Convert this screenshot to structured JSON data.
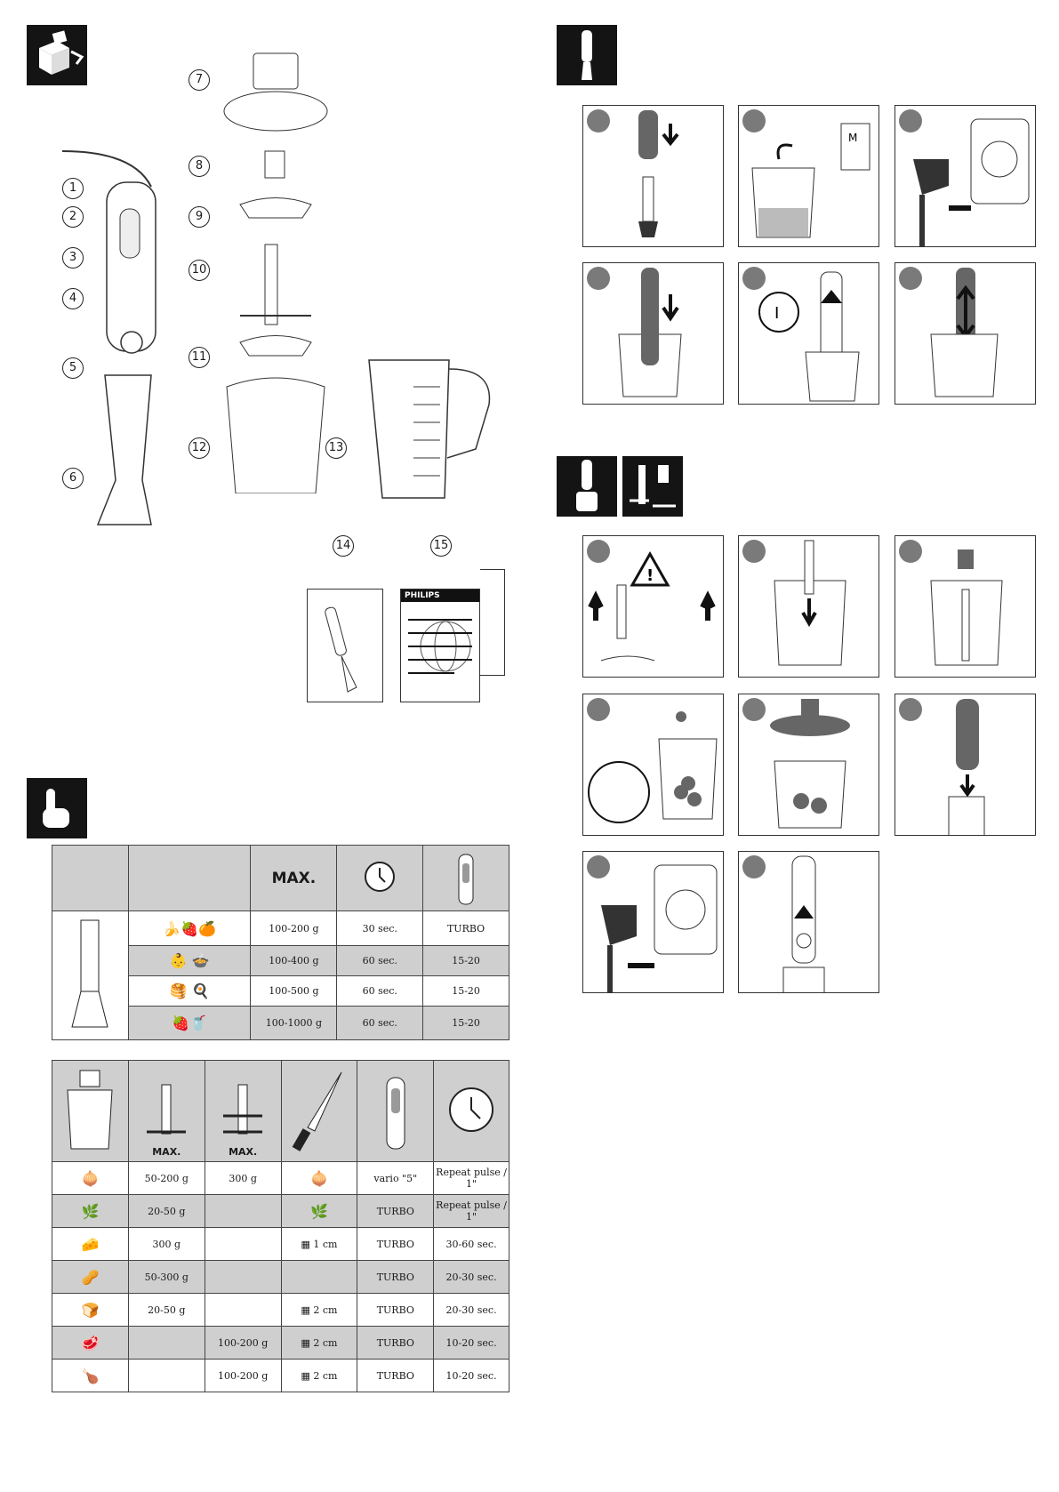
{
  "parts": {
    "numbers": [
      "1",
      "2",
      "3",
      "4",
      "5",
      "6",
      "7",
      "8",
      "9",
      "10",
      "11",
      "12",
      "13",
      "14",
      "15"
    ]
  },
  "booklet": {
    "brand": "PHILIPS"
  },
  "table1": {
    "header_max": "MAX.",
    "rows": [
      {
        "amount": "100-200 g",
        "time": "30 sec.",
        "speed": "TURBO"
      },
      {
        "amount": "100-400 g",
        "time": "60 sec.",
        "speed": "15-20"
      },
      {
        "amount": "100-500 g",
        "time": "60 sec.",
        "speed": "15-20"
      },
      {
        "amount": "100-1000 g",
        "time": "60 sec.",
        "speed": "15-20"
      }
    ]
  },
  "table2": {
    "header_max_1": "MAX.",
    "header_max_2": "MAX.",
    "rows": [
      {
        "a": "50-200 g",
        "b": "300 g",
        "cut": "",
        "speed": "vario \"5\"",
        "time": "Repeat pulse / 1\""
      },
      {
        "a": "20-50 g",
        "b": "",
        "cut": "",
        "speed": "TURBO",
        "time": "Repeat pulse / 1\""
      },
      {
        "a": "300 g",
        "b": "",
        "cut": "1 cm",
        "speed": "TURBO",
        "time": "30-60 sec."
      },
      {
        "a": "50-300 g",
        "b": "",
        "cut": "",
        "speed": "TURBO",
        "time": "20-30 sec."
      },
      {
        "a": "20-50 g",
        "b": "",
        "cut": "2 cm",
        "speed": "TURBO",
        "time": "20-30 sec."
      },
      {
        "a": "",
        "b": "100-200 g",
        "cut": "2 cm",
        "speed": "TURBO",
        "time": "10-20 sec."
      },
      {
        "a": "",
        "b": "100-200 g",
        "cut": "2 cm",
        "speed": "TURBO",
        "time": "10-20 sec."
      }
    ]
  },
  "carton_label": "M",
  "power_symbol": "I"
}
